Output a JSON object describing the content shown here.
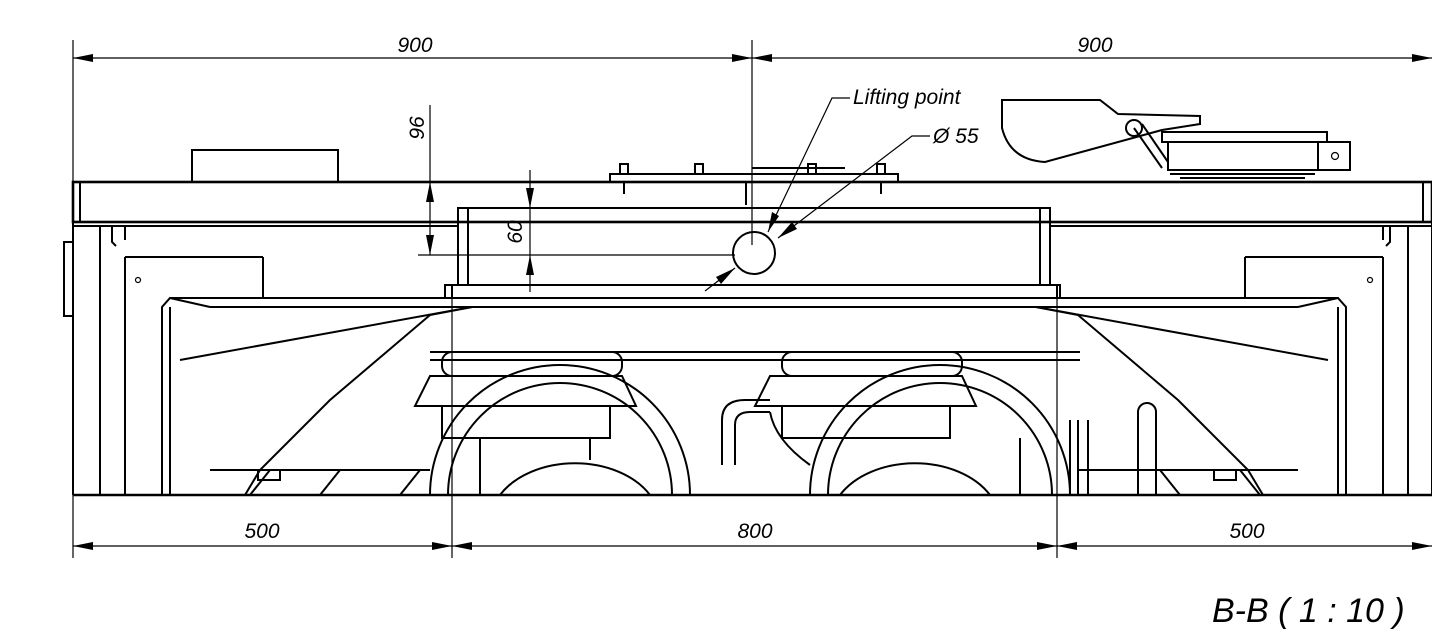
{
  "dimensions": {
    "top_left": "900",
    "top_right": "900",
    "height_96": "96",
    "height_60": "60",
    "bottom_left": "500",
    "bottom_middle": "800",
    "bottom_right": "500"
  },
  "callouts": {
    "lifting_point": "Lifting point",
    "diameter": "Ø 55"
  },
  "view_title": "B-B ( 1 : 10 )"
}
